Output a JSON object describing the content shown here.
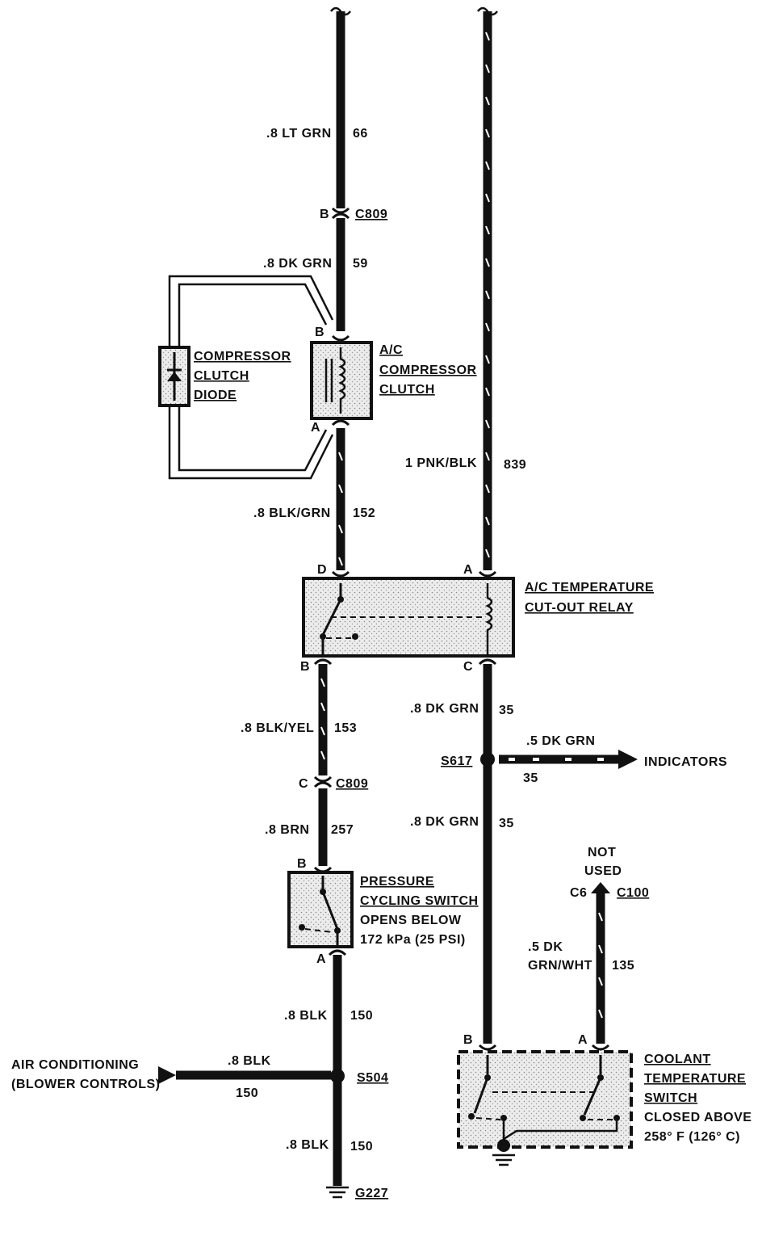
{
  "wires": {
    "w66": {
      "gauge": ".8 LT GRN",
      "circuit": "66"
    },
    "w59": {
      "gauge": ".8 DK GRN",
      "circuit": "59"
    },
    "w152": {
      "gauge": ".8 BLK/GRN",
      "circuit": "152"
    },
    "w839": {
      "gauge": "1 PNK/BLK",
      "circuit": "839"
    },
    "w153": {
      "gauge": ".8 BLK/YEL",
      "circuit": "153"
    },
    "w35a": {
      "gauge": ".8 DK GRN",
      "circuit": "35"
    },
    "w35b": {
      "gauge": ".5 DK GRN",
      "circuit": "35"
    },
    "w35c": {
      "gauge": ".8 DK GRN",
      "circuit": "35"
    },
    "w257": {
      "gauge": ".8 BRN",
      "circuit": "257"
    },
    "w135": {
      "gauge_line1": ".5 DK",
      "gauge_line2": "GRN/WHT",
      "circuit": "135"
    },
    "w150a": {
      "gauge": ".8 BLK",
      "circuit": "150"
    },
    "w150b": {
      "gauge": ".8 BLK",
      "circuit": "150"
    },
    "w150c": {
      "gauge": ".8 BLK",
      "circuit": "150"
    }
  },
  "connectors": {
    "c809_top": {
      "pin": "B",
      "name": "C809"
    },
    "c809_mid": {
      "pin": "C",
      "name": "C809"
    },
    "c100": {
      "pin": "C6",
      "name": "C100"
    }
  },
  "components": {
    "diode": {
      "line1": "COMPRESSOR",
      "line2": "CLUTCH",
      "line3": "DIODE"
    },
    "clutch": {
      "line1": "A/C",
      "line2": "COMPRESSOR",
      "line3": "CLUTCH",
      "pin_top": "B",
      "pin_bottom": "A"
    },
    "relay": {
      "line1": "A/C TEMPERATURE",
      "line2": "CUT-OUT RELAY",
      "pin_d": "D",
      "pin_a": "A",
      "pin_b": "B",
      "pin_c": "C"
    },
    "pressure_switch": {
      "line1": "PRESSURE",
      "line2": "CYCLING SWITCH",
      "line3": "OPENS BELOW",
      "line4": "172 kPa (25 PSI)",
      "pin_top": "B",
      "pin_bottom": "A"
    },
    "coolant_switch": {
      "line1": "COOLANT",
      "line2": "TEMPERATURE",
      "line3": "SWITCH",
      "line4": "CLOSED ABOVE",
      "line5": "258° F (126° C)",
      "pin_b": "B",
      "pin_a": "A"
    }
  },
  "splices": {
    "s617": "S617",
    "s504": "S504",
    "g227": "G227"
  },
  "destinations": {
    "indicators": "INDICATORS",
    "not_used_1": "NOT",
    "not_used_2": "USED",
    "air_cond_1": "AIR CONDITIONING",
    "air_cond_2": "(BLOWER CONTROLS)"
  }
}
